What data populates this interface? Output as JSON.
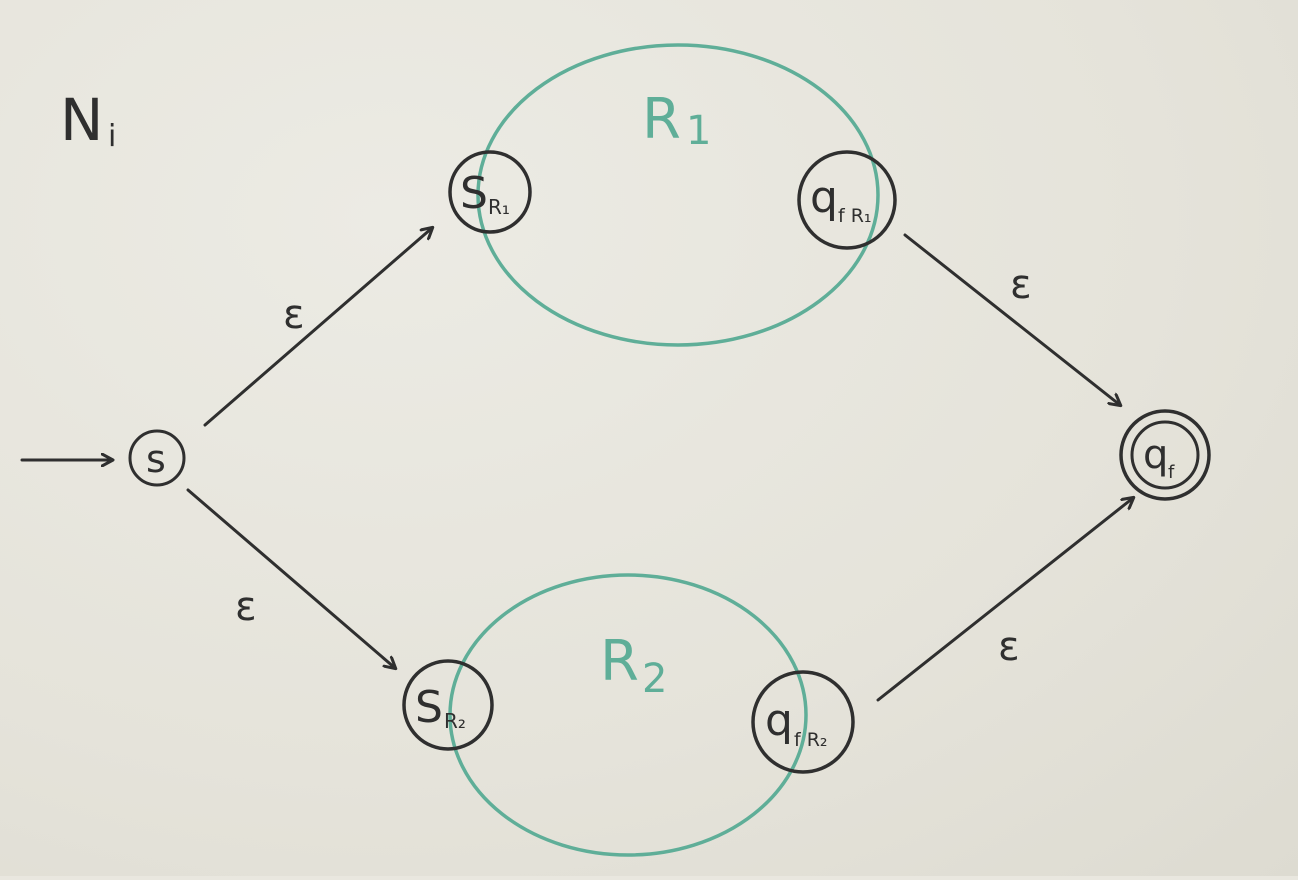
{
  "diagram": {
    "title": "N",
    "title_sub": "i",
    "colors": {
      "ink": "#2f2f2f",
      "region": "#5fae98",
      "paper": "#e9e7df"
    },
    "regions": [
      {
        "id": "R1",
        "label": "R",
        "sub": "1"
      },
      {
        "id": "R2",
        "label": "R",
        "sub": "2"
      }
    ],
    "states": [
      {
        "id": "s",
        "label": "s",
        "sub": "",
        "start": true,
        "accept": false
      },
      {
        "id": "sR1",
        "label": "S",
        "sub": "R₁",
        "start": false,
        "accept": false
      },
      {
        "id": "qR1",
        "label": "q",
        "sub": "f R₁",
        "start": false,
        "accept": false
      },
      {
        "id": "sR2",
        "label": "S",
        "sub": "R₂",
        "start": false,
        "accept": false
      },
      {
        "id": "qR2",
        "label": "q",
        "sub": "f R₂",
        "start": false,
        "accept": false
      },
      {
        "id": "q",
        "label": "q",
        "sub": "f",
        "start": false,
        "accept": true
      }
    ],
    "transitions": [
      {
        "from": "s",
        "to": "sR1",
        "label": "ε"
      },
      {
        "from": "s",
        "to": "sR2",
        "label": "ε"
      },
      {
        "from": "qR1",
        "to": "q",
        "label": "ε"
      },
      {
        "from": "qR2",
        "to": "q",
        "label": "ε"
      }
    ]
  }
}
